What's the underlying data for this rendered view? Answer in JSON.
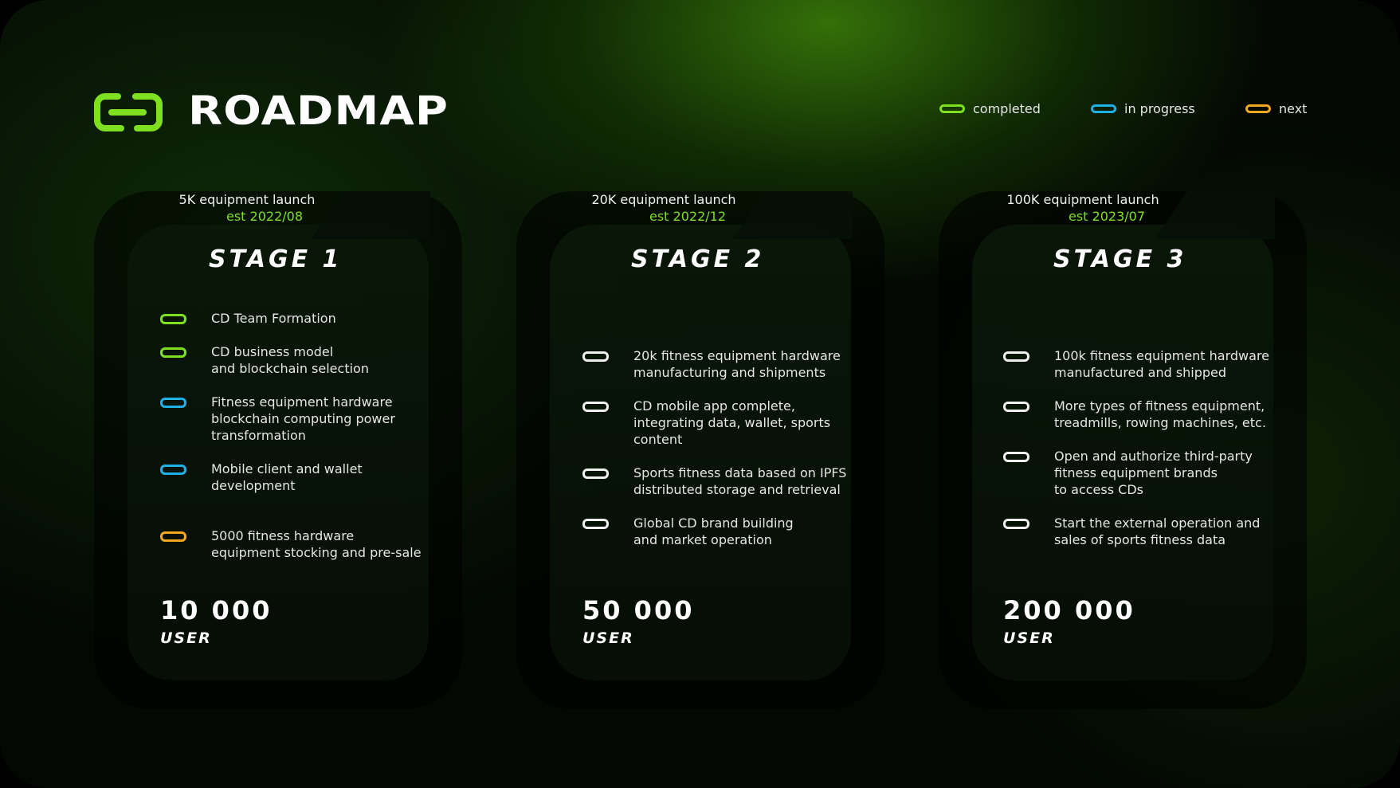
{
  "header": {
    "title": "ROADMAP",
    "legend": [
      {
        "label": "completed",
        "color": "#7ee021"
      },
      {
        "label": "in progress",
        "color": "#1fb1e6"
      },
      {
        "label": "next",
        "color": "#f2a81d"
      }
    ]
  },
  "stages": [
    {
      "launch": "5K equipment launch",
      "est": "est 2022/08",
      "name": "STAGE 1",
      "items": [
        {
          "text": "CD Team Formation",
          "status": "completed"
        },
        {
          "text": "CD business model\nand blockchain selection",
          "status": "completed"
        },
        {
          "text": "Fitness equipment hardware\nblockchain computing power\ntransformation",
          "status": "in progress"
        },
        {
          "text": "Mobile client and wallet\ndevelopment",
          "status": "in progress"
        },
        {
          "text": "5000 fitness hardware\nequipment stocking and pre-sale",
          "status": "next"
        }
      ],
      "users": "10 000",
      "users_label": "USER"
    },
    {
      "launch": "20K equipment launch",
      "est": "est 2022/12",
      "name": "STAGE 2",
      "items": [
        {
          "text": "20k fitness equipment hardware\nmanufacturing and shipments",
          "status": "planned"
        },
        {
          "text": "CD mobile app complete,\nintegrating data, wallet,  sports\ncontent",
          "status": "planned"
        },
        {
          "text": "Sports fitness data based on IPFS\ndistributed storage and retrieval",
          "status": "planned"
        },
        {
          "text": "Global CD brand building\nand market operation",
          "status": "planned"
        }
      ],
      "users": "50 000",
      "users_label": "USER"
    },
    {
      "launch": "100K equipment launch",
      "est": "est 2023/07",
      "name": "STAGE 3",
      "items": [
        {
          "text": "100k fitness equipment hardware\nmanufactured and shipped",
          "status": "planned"
        },
        {
          "text": "More types of fitness equipment,\ntreadmills, rowing machines, etc.",
          "status": "planned"
        },
        {
          "text": "Open and authorize third-party\nfitness equipment brands\nto access CDs",
          "status": "planned"
        },
        {
          "text": "Start the external operation and\nsales of sports fitness data",
          "status": "planned"
        }
      ],
      "users": "200 000",
      "users_label": "USER"
    }
  ]
}
